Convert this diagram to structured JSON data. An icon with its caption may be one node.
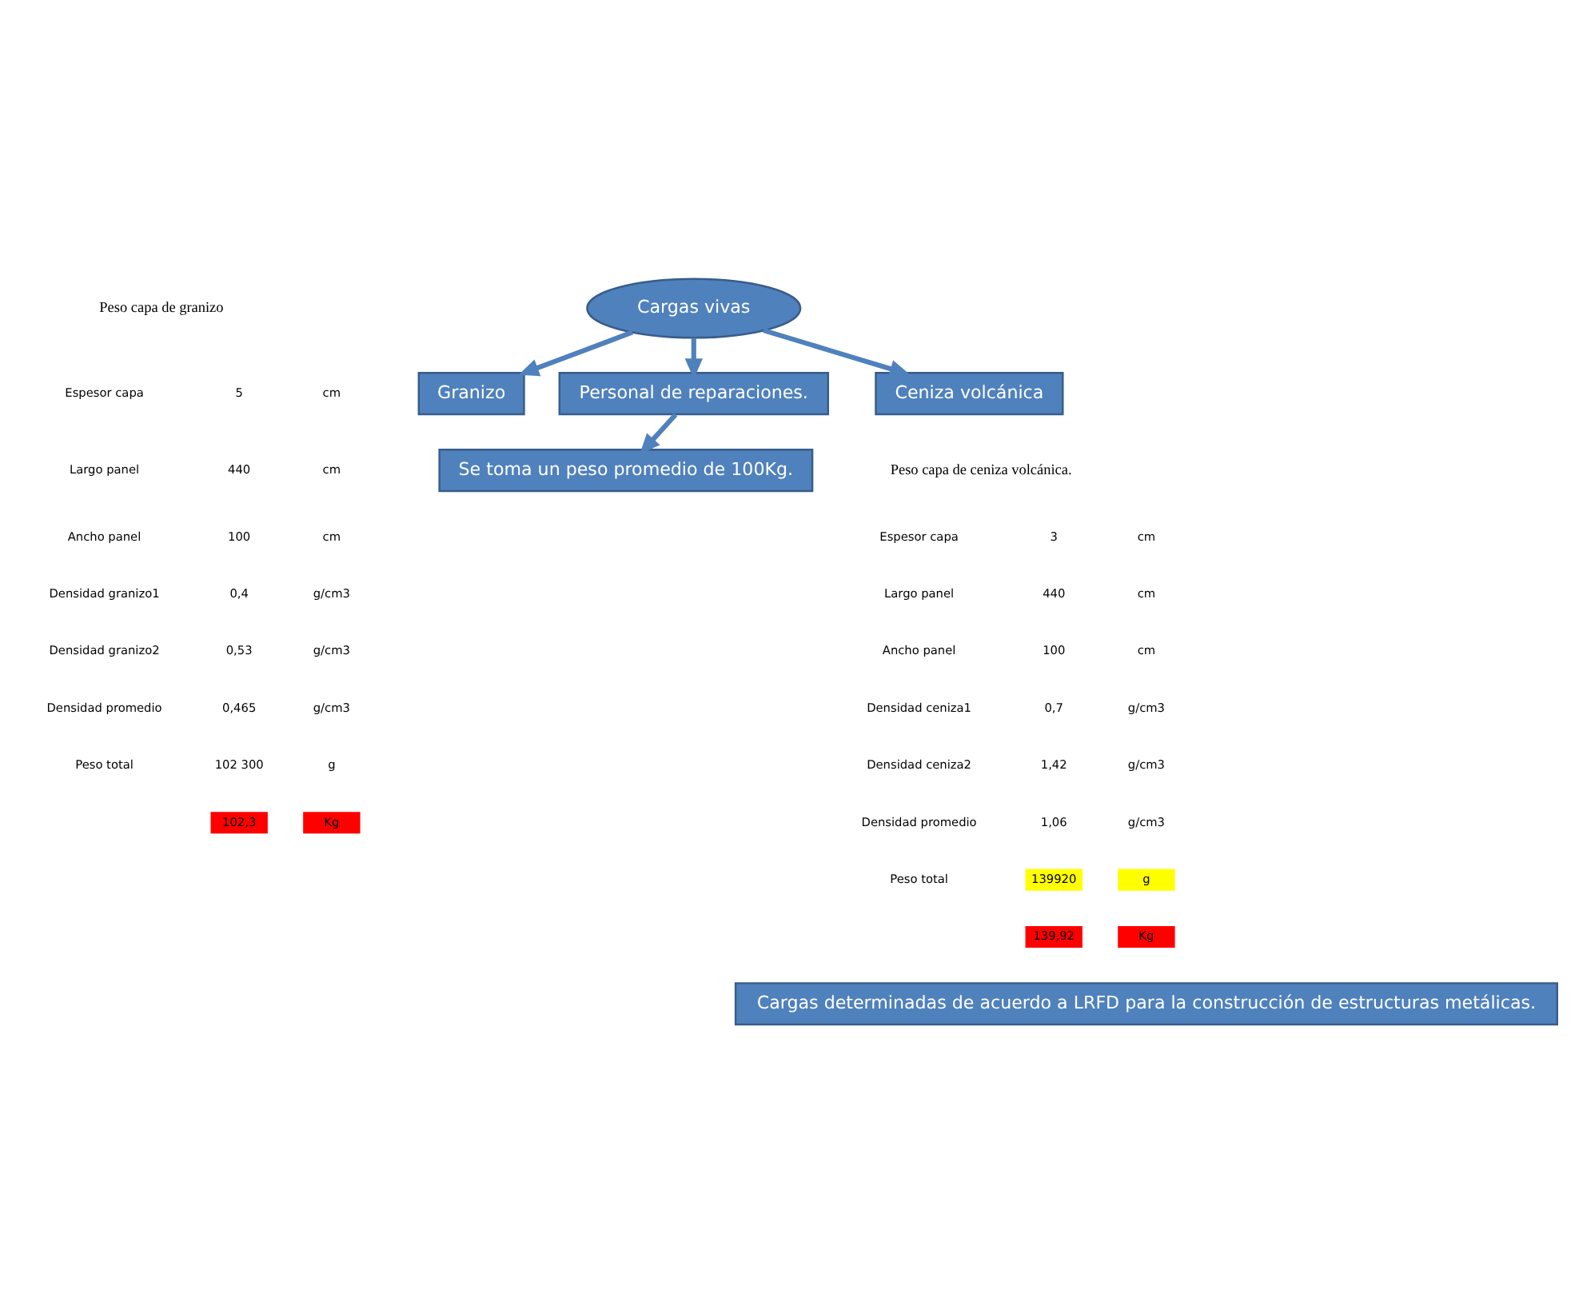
{
  "diagram": {
    "nodes": [
      {
        "text": [
          "Granizo"
        ]
      },
      {
        "text": [
          "Cargas vivas"
        ]
      },
      {
        "text": [
          "Personal de reparaciones."
        ]
      },
      {
        "text": [
          "Ceniza volcánica"
        ]
      },
      {
        "text": [
          "Se toma un peso promedio de 100Kg."
        ]
      },
      {
        "text": [
          "Cargas determinadas de acuerdo a LRFD para la construcción de estructuras metálicas."
        ]
      }
    ],
    "edges": [
      {
        "from": 1,
        "to": 0,
        "arrow": "to"
      },
      {
        "from": 1,
        "to": 2,
        "arrow": "to"
      },
      {
        "from": 1,
        "to": 3,
        "arrow": "to"
      },
      {
        "from": 2,
        "to": 4,
        "arrow": "to"
      }
    ],
    "labels": [
      "Peso capa de granizo",
      "Espesor capa",
      "5",
      "cm",
      "Largo panel",
      "440",
      "cm",
      "Ancho panel",
      "100",
      "cm",
      "Densidad granizo1",
      "0,4",
      "g/cm3",
      "Densidad granizo2",
      "0,53",
      "g/cm3",
      "Densidad promedio",
      "0,465",
      "g/cm3",
      "Peso total",
      "102 300",
      "g",
      "102,3",
      "Kg",
      "Peso capa de ceniza volcánica.",
      "Espesor capa",
      "3",
      "cm",
      "Largo panel",
      "440",
      "cm",
      "Ancho panel",
      "100",
      "cm",
      "Densidad ceniza1",
      "0,7",
      "g/cm3",
      "Densidad ceniza2",
      "1,42",
      "g/cm3",
      "Densidad promedio",
      "1,06",
      "g/cm3",
      "Peso total",
      "139920",
      "g",
      "139,92",
      "Kg"
    ]
  }
}
